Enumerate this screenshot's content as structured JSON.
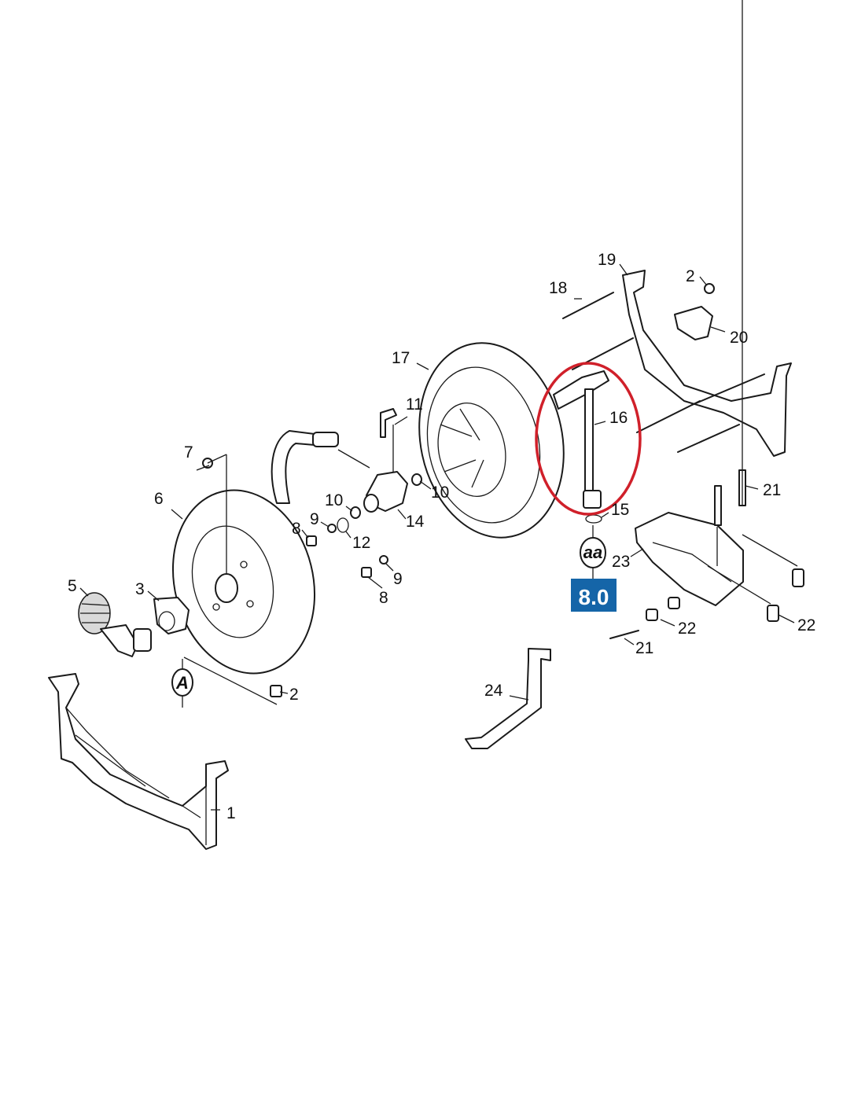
{
  "callouts": {
    "p1": "1",
    "p2a": "2",
    "p2b": "2",
    "p3": "3",
    "p5": "5",
    "p6": "6",
    "p7": "7",
    "p8a": "8",
    "p8b": "8",
    "p9a": "9",
    "p9b": "9",
    "p10a": "10",
    "p10b": "10",
    "p11": "11",
    "p12": "12",
    "p14": "14",
    "p15": "15",
    "p16": "16",
    "p17": "17",
    "p18": "18",
    "p19": "19",
    "p20": "20",
    "p21a": "21",
    "p21b": "21",
    "p22a": "22",
    "p22b": "22",
    "p23": "23",
    "p24": "24"
  },
  "symbols": {
    "assembly_a": "A",
    "kit_aa": "aa"
  },
  "badge": {
    "label": "8.0",
    "color": "#1565a8"
  },
  "highlight": {
    "color": "#d0202a",
    "part": "16"
  }
}
